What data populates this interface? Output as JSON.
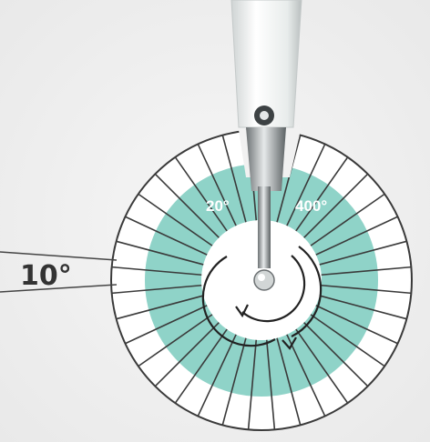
{
  "labels": {
    "left_speed": "20°",
    "right_speed": "400°",
    "segment_angle": "10°"
  },
  "dial": {
    "segment_count": 36,
    "segment_angle_deg": 10
  },
  "colors": {
    "background": "#f1f1f1",
    "ring_outline": "#3a3a3a",
    "teal_band": "#8fd3c8",
    "arrow": "#222222",
    "probe_body": "#f7f7f7"
  }
}
